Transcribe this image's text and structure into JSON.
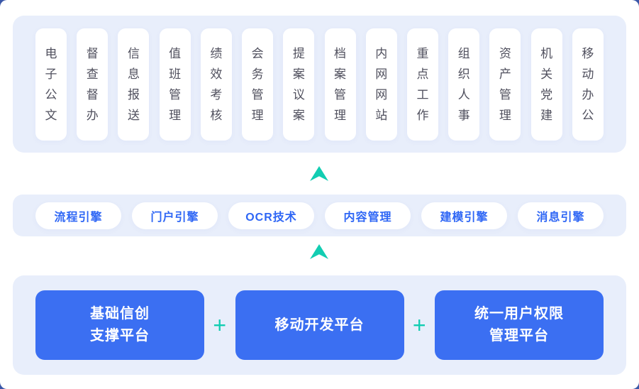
{
  "colors": {
    "outer_background": "#3A57A8",
    "panel_background": "#E8EEFB",
    "card_background": "#FFFFFF",
    "module_text": "#50505E",
    "engine_text": "#2E66F5",
    "platform_button_background": "#3B6FF2",
    "platform_button_text": "#FFFFFF",
    "accent_teal": "#12CDB2"
  },
  "modules": {
    "items": [
      "电子公文",
      "督查督办",
      "信息报送",
      "值班管理",
      "绩效考核",
      "会务管理",
      "提案议案",
      "档案管理",
      "内网网站",
      "重点工作",
      "组织人事",
      "资产管理",
      "机关党建",
      "移动办公"
    ]
  },
  "engines": {
    "items": [
      "流程引擎",
      "门户引擎",
      "OCR技术",
      "内容管理",
      "建模引擎",
      "消息引擎"
    ]
  },
  "platforms": {
    "items": [
      "基础信创\n支撑平台",
      "移动开发平台",
      "统一用户权限\n管理平台"
    ],
    "plus": "+"
  },
  "icons": {
    "arrow_up": "arrow-up-icon",
    "plus": "plus-icon"
  }
}
